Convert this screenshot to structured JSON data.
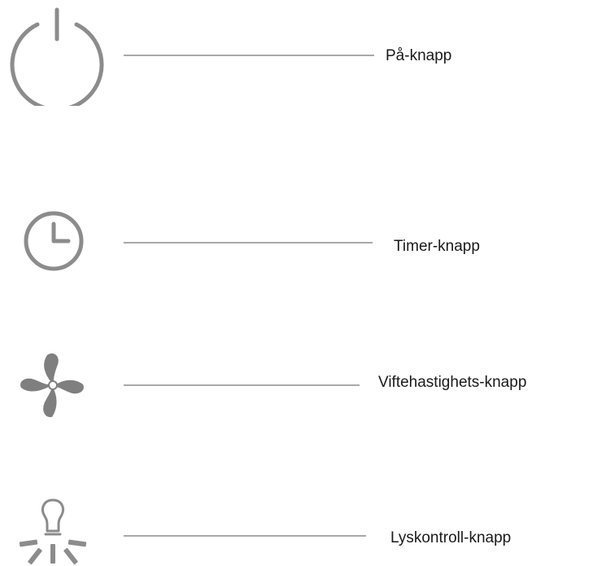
{
  "colors": {
    "icon": "#8c8c8c",
    "icon_fill": "#7f7f7f",
    "leader_line": "#a9a9a9",
    "text": "#1a1a1a",
    "background": "#ffffff"
  },
  "buttons": [
    {
      "icon": "power-icon",
      "label": "På-knapp"
    },
    {
      "icon": "clock-icon",
      "label": "Timer-knapp"
    },
    {
      "icon": "fan-icon",
      "label": "Viftehastighets-knapp"
    },
    {
      "icon": "light-bulb-icon",
      "label": "Lyskontroll-knapp"
    }
  ]
}
